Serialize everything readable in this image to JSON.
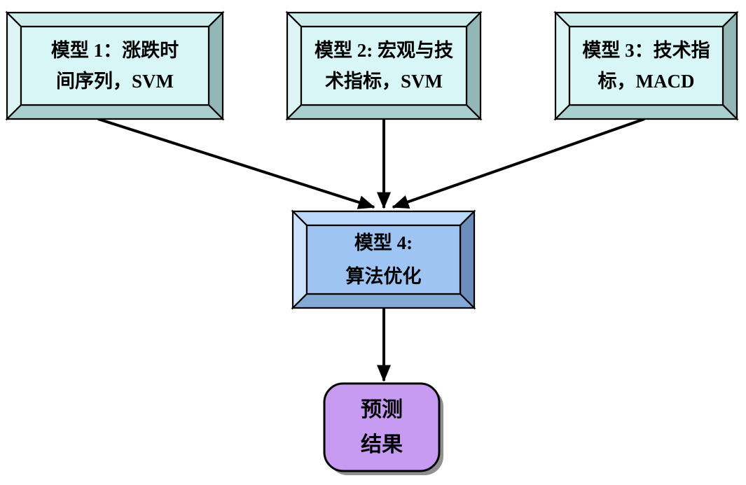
{
  "diagram": {
    "nodes": {
      "model1": {
        "lines": [
          "模型 1：涨跌时",
          "间序列，SVM"
        ]
      },
      "model2": {
        "lines": [
          "模型 2: 宏观与技",
          "术指标，SVM"
        ]
      },
      "model3": {
        "lines": [
          "模型 3：技术指",
          "标，MACD"
        ]
      },
      "model4": {
        "lines": [
          "模型 4:",
          "算法优化"
        ]
      },
      "result": {
        "lines": [
          "预测",
          "结果"
        ]
      }
    },
    "edges": [
      {
        "from": "model1",
        "to": "model4"
      },
      {
        "from": "model2",
        "to": "model4"
      },
      {
        "from": "model3",
        "to": "model4"
      },
      {
        "from": "model4",
        "to": "result"
      }
    ],
    "colors": {
      "model_box_fill": "#d8f6f6",
      "optimize_box_fill": "#9dc4f3",
      "result_fill": "#c79bf2",
      "line": "#000000",
      "background": "#ffffff"
    }
  }
}
